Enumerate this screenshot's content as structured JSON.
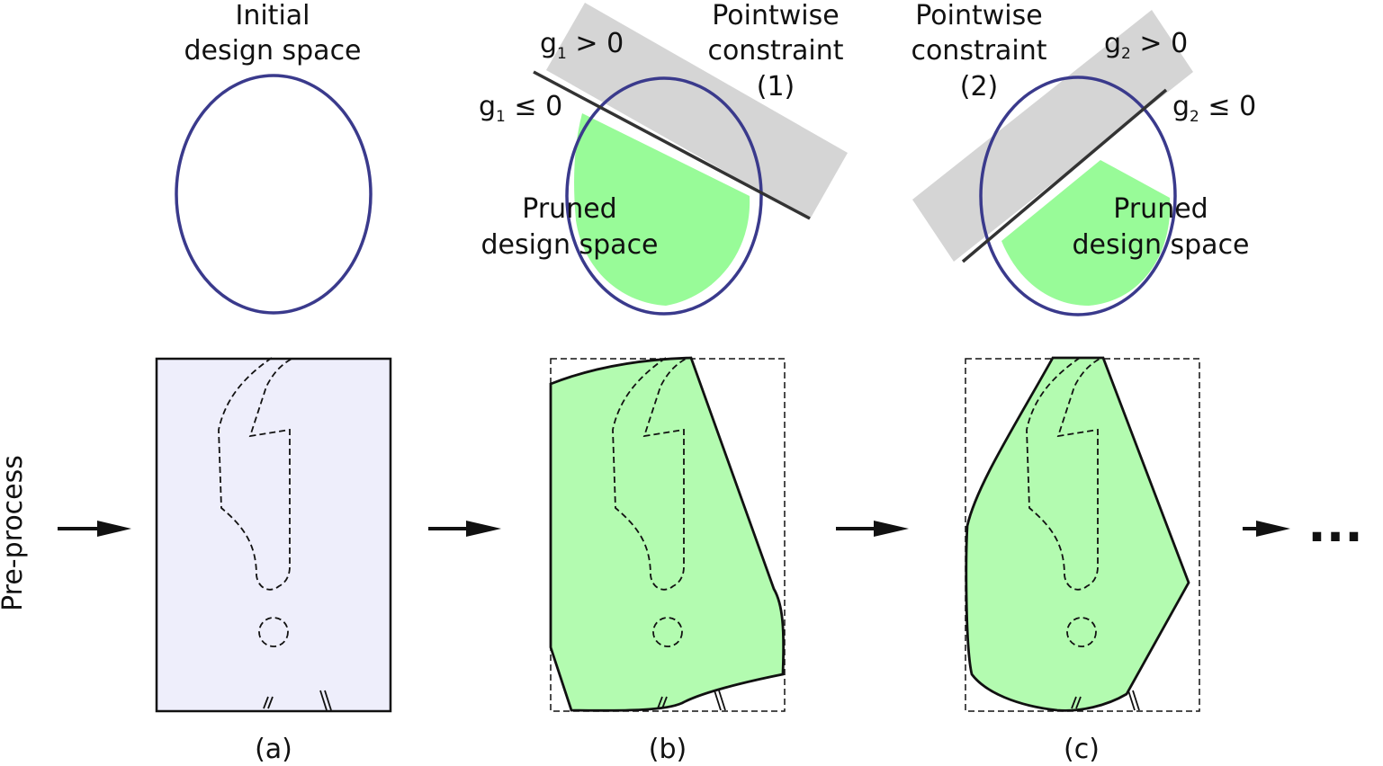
{
  "colors": {
    "ellipse_stroke": "#3a3a8c",
    "pruned_fill": "#98fb98",
    "constraint_band": "#d5d5d5",
    "initial_fill": "#eeeefb",
    "part_fill": "#b3fbb0",
    "stroke": "#111111"
  },
  "panel_a": {
    "title_line1": "Initial",
    "title_line2": "design space",
    "caption": "(a)"
  },
  "panel_b": {
    "constraint_line1": "Pointwise",
    "constraint_line2": "constraint",
    "constraint_num": "(1)",
    "gt_var": "g",
    "gt_sub": "1",
    "gt_rel": " > 0",
    "le_var": "g",
    "le_sub": "1",
    "le_rel": " ≤ 0",
    "pruned_line1": "Pruned",
    "pruned_line2": "design space",
    "caption": "(b)"
  },
  "panel_c": {
    "constraint_line1": "Pointwise",
    "constraint_line2": "constraint",
    "constraint_num": "(2)",
    "gt_var": "g",
    "gt_sub": "2",
    "gt_rel": " > 0",
    "le_var": "g",
    "le_sub": "2",
    "le_rel": " ≤ 0",
    "pruned_line1": "Pruned",
    "pruned_line2": "design space",
    "caption": "(c)"
  },
  "flow": {
    "preprocess_label": "Pre-process",
    "continuation": "..."
  }
}
